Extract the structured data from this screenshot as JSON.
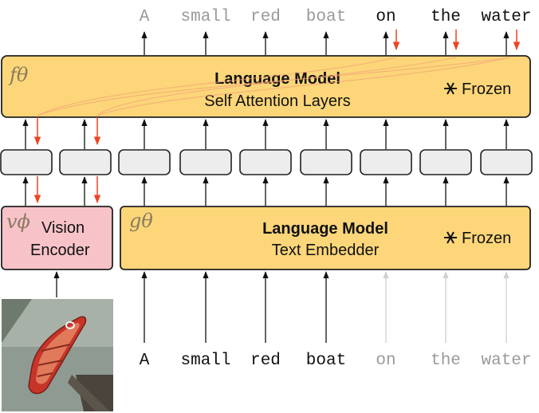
{
  "output_tokens": [
    {
      "text": "A",
      "color": "#9a9a9a"
    },
    {
      "text": "small",
      "color": "#9a9a9a"
    },
    {
      "text": "red",
      "color": "#9a9a9a"
    },
    {
      "text": "boat",
      "color": "#9a9a9a"
    },
    {
      "text": "on",
      "color": "#111111"
    },
    {
      "text": "the",
      "color": "#111111"
    },
    {
      "text": "water",
      "color": "#111111"
    }
  ],
  "input_tokens": [
    {
      "text": "A",
      "color": "#111111"
    },
    {
      "text": "small",
      "color": "#111111"
    },
    {
      "text": "red",
      "color": "#111111"
    },
    {
      "text": "boat",
      "color": "#111111"
    },
    {
      "text": "on",
      "color": "#9a9a9a"
    },
    {
      "text": "the",
      "color": "#9a9a9a"
    },
    {
      "text": "water",
      "color": "#9a9a9a"
    }
  ],
  "self_attention_block": {
    "symbol": "fθ",
    "title": "Language Model",
    "subtitle": "Self Attention Layers",
    "frozen_icon": "snowflake-icon",
    "frozen_label": "Frozen"
  },
  "text_embedder_block": {
    "symbol": "gθ",
    "title": "Language Model",
    "subtitle": "Text Embedder",
    "frozen_icon": "snowflake-icon",
    "frozen_label": "Frozen"
  },
  "vision_encoder_block": {
    "symbol": "vϕ",
    "line1": "Vision",
    "line2": "Encoder"
  },
  "input_image": "red-rowboat-on-water-photo",
  "colors": {
    "language_model_fill": "#fcd679",
    "vision_encoder_fill": "#f7c3c8",
    "embedding_fill": "#ededed",
    "gradient_arrow": "#ee4422"
  }
}
